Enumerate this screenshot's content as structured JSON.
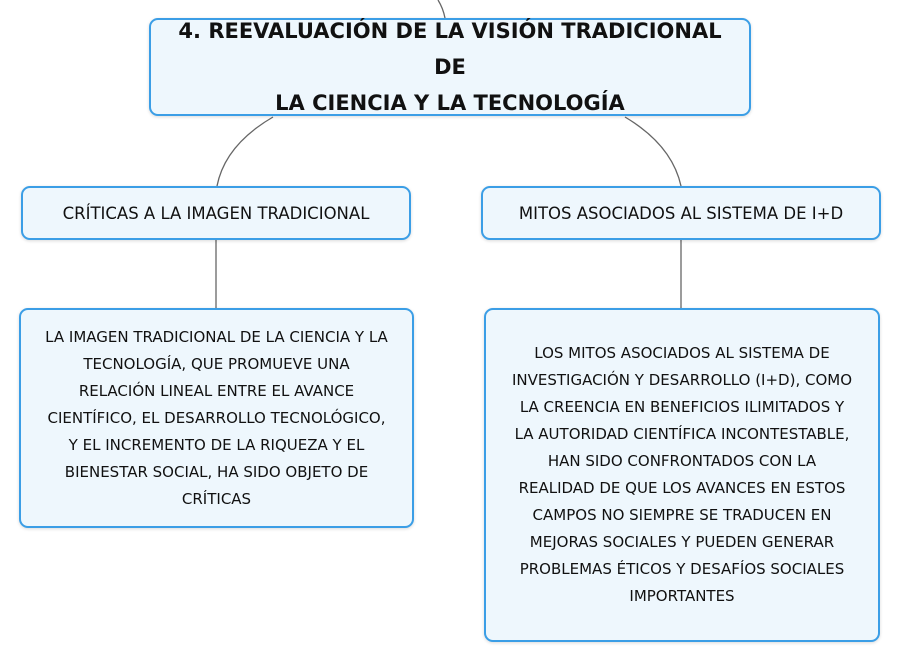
{
  "main_topic": {
    "line1": "4. REEVALUACIÓN DE LA VISIÓN TRADICIONAL DE",
    "line2": "LA CIENCIA Y LA TECNOLOGÍA"
  },
  "subtopics": [
    {
      "label": "CRÍTICAS A LA IMAGEN TRADICIONAL",
      "detail": [
        "LA IMAGEN TRADICIONAL DE LA CIENCIA Y LA",
        "TECNOLOGÍA, QUE PROMUEVE UNA",
        "RELACIÓN LINEAL ENTRE EL AVANCE",
        "CIENTÍFICO, EL DESARROLLO TECNOLÓGICO,",
        "Y EL INCREMENTO DE LA RIQUEZA Y EL",
        "BIENESTAR SOCIAL, HA SIDO OBJETO DE",
        "CRÍTICAS"
      ]
    },
    {
      "label": "MITOS ASOCIADOS AL SISTEMA DE I+D",
      "detail": [
        "LOS MITOS ASOCIADOS AL SISTEMA DE",
        "INVESTIGACIÓN Y DESARROLLO (I+D), COMO",
        "LA CREENCIA EN BENEFICIOS ILIMITADOS Y",
        "LA AUTORIDAD CIENTÍFICA INCONTESTABLE,",
        "HAN SIDO CONFRONTADOS CON LA",
        "REALIDAD DE QUE LOS AVANCES EN ESTOS",
        "CAMPOS NO SIEMPRE SE TRADUCEN EN",
        "MEJORAS SOCIALES Y PUEDEN GENERAR",
        "PROBLEMAS ÉTICOS Y DESAFÍOS SOCIALES",
        "IMPORTANTES"
      ]
    }
  ],
  "colors": {
    "node_border": "#3b9ee6",
    "node_fill": "#eef7fd",
    "connector": "#666666"
  }
}
